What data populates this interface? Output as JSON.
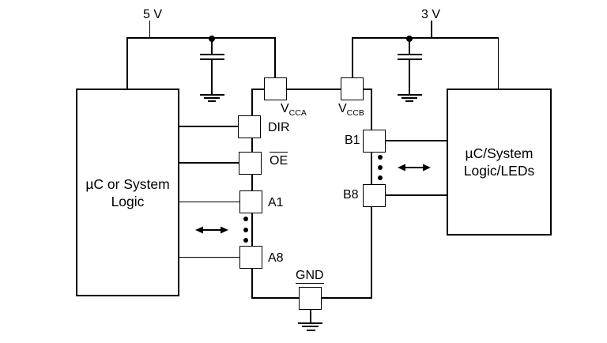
{
  "colors": {
    "background": "#ffffff",
    "line": "#000000"
  },
  "power": {
    "rail_a_label": "5 V",
    "rail_b_label": "3 V"
  },
  "left_box": {
    "line1": "µC or System",
    "line2": "Logic"
  },
  "right_box": {
    "line1": "µC/System",
    "line2": "Logic/LEDs"
  },
  "pins": {
    "vcca": {
      "base": "V",
      "sub": "CCA"
    },
    "vccb": {
      "base": "V",
      "sub": "CCB"
    },
    "dir": {
      "label": "DIR"
    },
    "oe": {
      "label": "OE"
    },
    "a1": {
      "label": "A1"
    },
    "a8": {
      "label": "A8"
    },
    "b1": {
      "label": "B1"
    },
    "b8": {
      "label": "B8"
    },
    "gnd": {
      "label": "GND"
    }
  }
}
